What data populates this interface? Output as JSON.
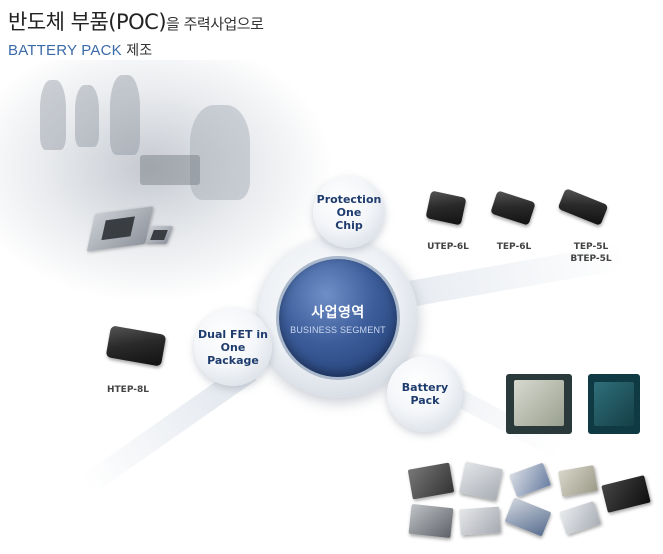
{
  "header": {
    "headline_main": "반도체 부품(POC)",
    "headline_suffix": "을 주력사업으로",
    "subline_en": "BATTERY PACK",
    "subline_kr": "제조"
  },
  "diagram": {
    "center": {
      "title": "사업영역",
      "subtitle": "BUSINESS SEGMENT"
    },
    "segments": [
      {
        "label": "Protection\nOne\nChip"
      },
      {
        "label": "Dual FET in\nOne\nPackage"
      },
      {
        "label": "Battery\nPack"
      }
    ]
  },
  "products": {
    "poc_chips": [
      {
        "label": "UTEP-6L"
      },
      {
        "label": "TEP-6L"
      },
      {
        "label": "TEP-5L\nBTEP-5L"
      }
    ],
    "fet_chip": {
      "label": "HTEP-8L"
    }
  },
  "colors": {
    "accent_blue": "#3b6aa8",
    "core_blue": "#1e3a72",
    "bubble_text": "#1f3c6e"
  }
}
